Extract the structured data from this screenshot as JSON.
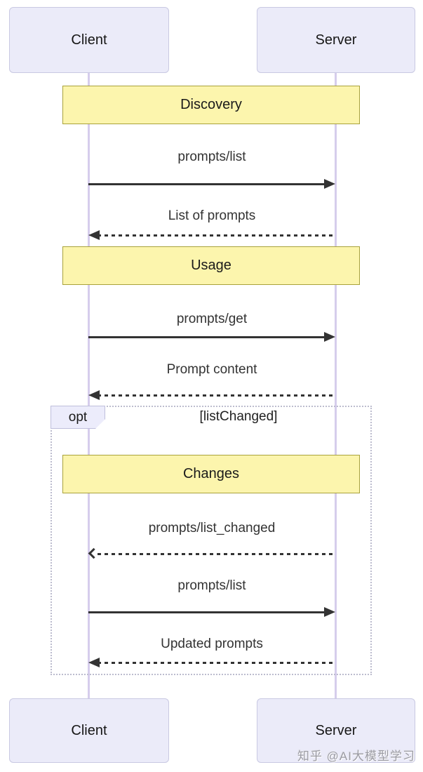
{
  "diagram": {
    "type": "sequence",
    "actors": {
      "left": "Client",
      "right": "Server"
    },
    "banners": [
      {
        "label": "Discovery"
      },
      {
        "label": "Usage"
      },
      {
        "label": "Changes"
      }
    ],
    "messages": [
      {
        "label": "prompts/list",
        "from": "Client",
        "to": "Server",
        "style": "solid"
      },
      {
        "label": "List of prompts",
        "from": "Server",
        "to": "Client",
        "style": "dashed"
      },
      {
        "label": "prompts/get",
        "from": "Client",
        "to": "Server",
        "style": "solid"
      },
      {
        "label": "Prompt content",
        "from": "Server",
        "to": "Client",
        "style": "dashed"
      },
      {
        "label": "prompts/list_changed",
        "from": "Server",
        "to": "Client",
        "style": "dashed-open"
      },
      {
        "label": "prompts/list",
        "from": "Client",
        "to": "Server",
        "style": "solid"
      },
      {
        "label": "Updated prompts",
        "from": "Server",
        "to": "Client",
        "style": "dashed"
      }
    ],
    "opt_fragment": {
      "label": "opt",
      "condition": "[listChanged]"
    },
    "colors": {
      "actor_fill": "#EBEBF9",
      "actor_border": "#C9C9E2",
      "lifeline": "#D6CDEC",
      "note_fill": "#FCF5AD",
      "note_border": "#A9A23B",
      "arrow": "#333333",
      "opt_border": "#BCBCCE",
      "background": "#FFFFFF"
    },
    "watermark": "知乎 @AI大模型学习"
  }
}
